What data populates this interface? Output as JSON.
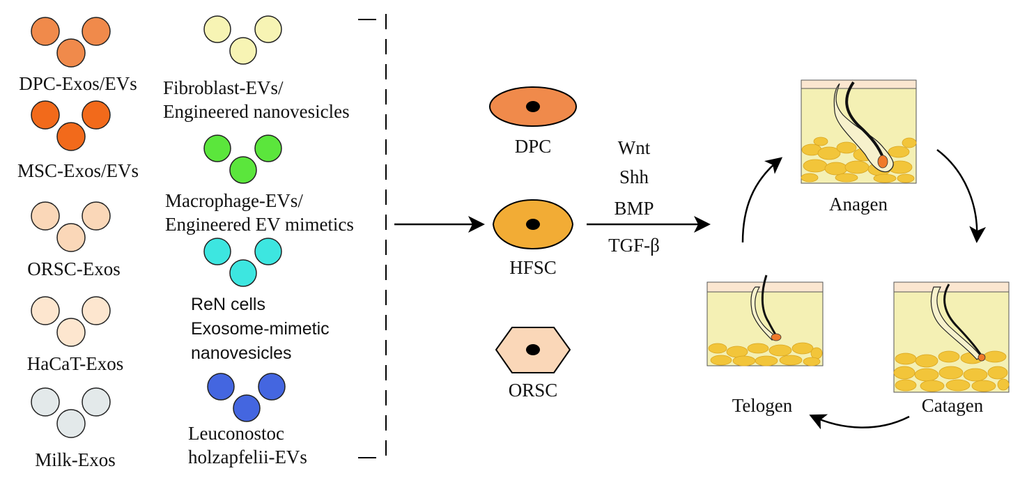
{
  "vesicle_groups_left": [
    {
      "label": "DPC-Exos/EVs",
      "color": "#f08a4b"
    },
    {
      "label": "MSC-Exos/EVs",
      "color": "#f26a1b"
    },
    {
      "label": "ORSC-Exos",
      "color": "#fad7b8"
    },
    {
      "label": "HaCaT-Exos",
      "color": "#fde6cf"
    },
    {
      "label": "Milk-Exos",
      "color": "#e3e9ea"
    }
  ],
  "vesicle_groups_right": [
    {
      "label_lines": [
        "Fibroblast-EVs/",
        "Engineered nanovesicles"
      ],
      "color": "#f7f4b4"
    },
    {
      "label_lines": [
        "Macrophage-EVs/",
        "Engineered EV mimetics"
      ],
      "color": "#5be63c"
    },
    {
      "label_lines": [
        "ReN cells",
        "Exosome-mimetic",
        "nanovesicles"
      ],
      "color": "#3de6e0"
    },
    {
      "label_lines": [
        "Leuconostoc",
        "holzapfelii-EVs"
      ],
      "color": "#4466e0"
    }
  ],
  "target_cells": [
    {
      "label": "DPC",
      "color": "#f08a4b"
    },
    {
      "label": "HFSC",
      "color": "#f2ac35"
    },
    {
      "label": "ORSC",
      "color": "#fad7b8"
    }
  ],
  "pathways": [
    "Wnt",
    "Shh",
    "BMP",
    "TGF-β"
  ],
  "hair_cycle": {
    "anagen": "Anagen",
    "catagen": "Catagen",
    "telogen": "Telogen"
  },
  "colors": {
    "skin_top": "#fbe6d0",
    "dermis": "#f4f0b4",
    "fat": "#f2c53a",
    "bulb": "#f07a2a"
  }
}
